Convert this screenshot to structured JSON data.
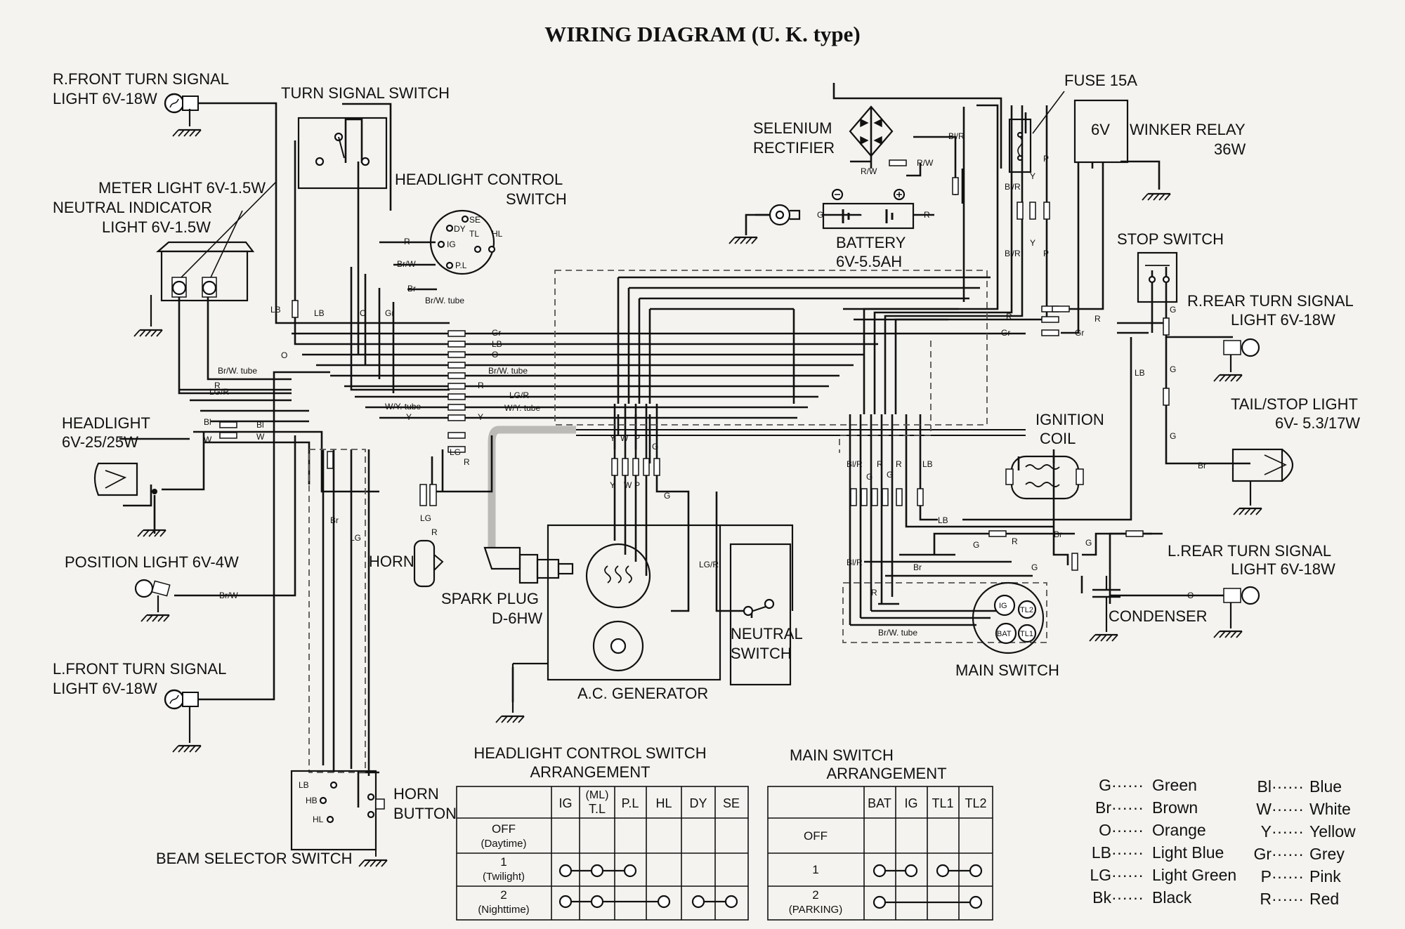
{
  "title": "WIRING DIAGRAM (U. K. type)",
  "components": {
    "r_front_turn_signal": [
      "R.FRONT TURN SIGNAL",
      "LIGHT 6V-18W"
    ],
    "turn_signal_switch": "TURN SIGNAL SWITCH",
    "meter_light": "METER LIGHT 6V-1.5W",
    "neutral_indicator": [
      "NEUTRAL INDICATOR",
      "LIGHT 6V-1.5W"
    ],
    "headlight_control_switch": [
      "HEADLIGHT CONTROL",
      "SWITCH"
    ],
    "headlight": [
      "HEADLIGHT",
      "6V-25/25W"
    ],
    "position_light": "POSITION LIGHT 6V-4W",
    "horn": "HORN",
    "spark_plug": [
      "SPARK PLUG",
      "D-6HW"
    ],
    "l_front_turn_signal": [
      "L.FRONT TURN SIGNAL",
      "LIGHT 6V-18W"
    ],
    "ac_generator": "A.C. GENERATOR",
    "neutral_switch": [
      "NEUTRAL",
      "SWITCH"
    ],
    "beam_selector_switch": "BEAM SELECTOR SWITCH",
    "horn_button": [
      "HORN",
      "BUTTON"
    ],
    "selenium_rectifier": [
      "SELENIUM",
      "RECTIFIER"
    ],
    "battery": [
      "BATTERY",
      "6V-5.5AH"
    ],
    "fuse": "FUSE 15A",
    "winker_relay": [
      "WINKER RELAY",
      "36W"
    ],
    "winker_relay_voltage": "6V",
    "stop_switch": "STOP SWITCH",
    "r_rear_turn_signal": [
      "R.REAR TURN SIGNAL",
      "LIGHT 6V-18W"
    ],
    "tail_stop_light": [
      "TAIL/STOP LIGHT",
      "6V- 5.3/17W"
    ],
    "ignition_coil": [
      "IGNITION",
      "COIL"
    ],
    "l_rear_turn_signal": [
      "L.REAR TURN SIGNAL",
      "LIGHT 6V-18W"
    ],
    "condenser": "CONDENSER",
    "main_switch": "MAIN SWITCH"
  },
  "terminals": {
    "headlight_switch": [
      "SE",
      "DY",
      "IG",
      "TL",
      "HL",
      "P.L"
    ],
    "main_switch": [
      "IG",
      "TL2",
      "BAT",
      "TL1"
    ],
    "beam_selector": [
      "LB",
      "HB",
      "HL"
    ]
  },
  "wire_labels": {
    "lb": "LB",
    "o": "O",
    "gr": "Gr",
    "r": "R",
    "g": "G",
    "y": "Y",
    "w": "W",
    "p": "P",
    "bl": "Bl",
    "br": "Br",
    "lg": "LG",
    "bl_r": "Bl/R",
    "br_w": "Br/W",
    "r_w": "R/W",
    "lg_r": "LG/R",
    "w_y": "W/Y",
    "br_w_tube": "Br/W. tube",
    "w_y_tube": "W/Y. tube",
    "w_y_tube_short": "W/Y. tube"
  },
  "headlight_switch_table": {
    "title": [
      "HEADLIGHT CONTROL SWITCH",
      "ARRANGEMENT"
    ],
    "columns": [
      "IG",
      "(ML)",
      "T.L",
      "P.L",
      "HL",
      "DY",
      "SE"
    ],
    "rows": [
      {
        "label": "OFF",
        "sub": "(Daytime)"
      },
      {
        "label": "1",
        "sub": "(Twilight)"
      },
      {
        "label": "2",
        "sub": "(Nighttime)"
      }
    ]
  },
  "main_switch_table": {
    "title": [
      "MAIN SWITCH",
      "ARRANGEMENT"
    ],
    "columns": [
      "BAT",
      "IG",
      "TL1",
      "TL2"
    ],
    "rows": [
      {
        "label": "OFF",
        "sub": ""
      },
      {
        "label": "1",
        "sub": ""
      },
      {
        "label": "2",
        "sub": "(PARKING)"
      }
    ]
  },
  "color_legend": [
    {
      "code": "G",
      "name": "Green"
    },
    {
      "code": "Br",
      "name": "Brown"
    },
    {
      "code": "O",
      "name": "Orange"
    },
    {
      "code": "LB",
      "name": "Light Blue"
    },
    {
      "code": "LG",
      "name": "Light Green"
    },
    {
      "code": "Bk",
      "name": "Black"
    },
    {
      "code": "Bl",
      "name": "Blue"
    },
    {
      "code": "W",
      "name": "White"
    },
    {
      "code": "Y",
      "name": "Yellow"
    },
    {
      "code": "Gr",
      "name": "Grey"
    },
    {
      "code": "P",
      "name": "Pink"
    },
    {
      "code": "R",
      "name": "Red"
    }
  ],
  "legend_separator": "······"
}
